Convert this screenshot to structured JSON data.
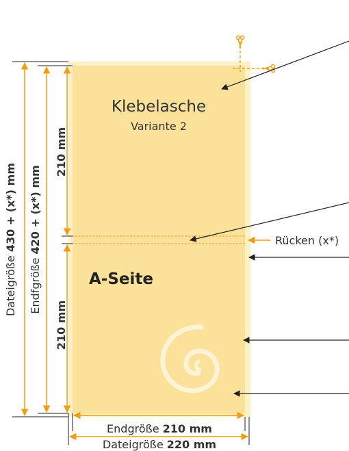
{
  "labels": {
    "flap_title": "Klebelasche",
    "flap_subtitle": "Variante 2",
    "side_label": "A-Seite",
    "spine_label": "Rücken (x*)",
    "top_height": "210 mm",
    "bottom_height": "210 mm",
    "final_size_vertical_prefix": "Endfgröße ",
    "final_size_vertical_value": "420 + (x*) mm",
    "file_size_vertical_prefix": "Dateigröße ",
    "file_size_vertical_value": "430 + (x*) mm",
    "final_size_horizontal_prefix": "Endgröße ",
    "final_size_horizontal_value": "210 mm",
    "file_size_horizontal_prefix": "Dateigröße ",
    "file_size_horizontal_value": "220 mm"
  },
  "colors": {
    "paper_fill": "#fbe19a",
    "bleed_fill": "#fdf0c4",
    "dimension_orange": "#f39c12",
    "pointer_line": "#222222",
    "fold_line": "#f0a020",
    "text": "#333333"
  },
  "icons": {
    "scissors": "scissors-icon",
    "spiral_logo": "spiral-logo-icon"
  }
}
